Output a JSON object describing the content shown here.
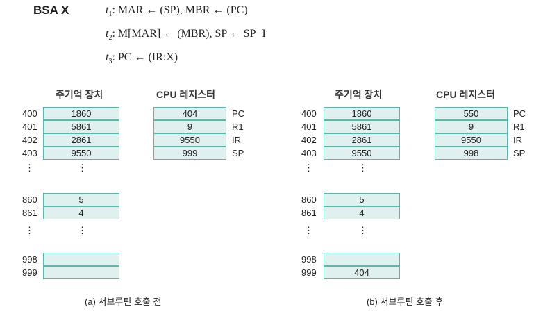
{
  "instruction": {
    "name": "BSA X",
    "steps": [
      {
        "t": "t",
        "sub": "1",
        "text": ": MAR ← (SP), MBR ← (PC)"
      },
      {
        "t": "t",
        "sub": "2",
        "text": ": M[MAR] ← (MBR), SP ← SP−I"
      },
      {
        "t": "t",
        "sub": "3",
        "text": ": PC ← (IR:X)"
      }
    ]
  },
  "headers": {
    "memory": "주기억 장치",
    "cpu": "CPU 레지스터"
  },
  "panels": [
    {
      "caption": "(a) 서브루틴 호출 전",
      "memory": [
        {
          "addr": "400",
          "value": "1860"
        },
        {
          "addr": "401",
          "value": "5861"
        },
        {
          "addr": "402",
          "value": "2861"
        },
        {
          "addr": "403",
          "value": "9550"
        },
        {
          "addr": "860",
          "value": "5"
        },
        {
          "addr": "861",
          "value": "4"
        },
        {
          "addr": "998",
          "value": ""
        },
        {
          "addr": "999",
          "value": ""
        }
      ],
      "registers": [
        {
          "name": "PC",
          "value": "404"
        },
        {
          "name": "R1",
          "value": "9"
        },
        {
          "name": "IR",
          "value": "9550"
        },
        {
          "name": "SP",
          "value": "999"
        }
      ]
    },
    {
      "caption": "(b) 서브루틴 호출 후",
      "memory": [
        {
          "addr": "400",
          "value": "1860"
        },
        {
          "addr": "401",
          "value": "5861"
        },
        {
          "addr": "402",
          "value": "2861"
        },
        {
          "addr": "403",
          "value": "9550"
        },
        {
          "addr": "860",
          "value": "5"
        },
        {
          "addr": "861",
          "value": "4"
        },
        {
          "addr": "998",
          "value": ""
        },
        {
          "addr": "999",
          "value": "404"
        }
      ],
      "registers": [
        {
          "name": "PC",
          "value": "550"
        },
        {
          "name": "R1",
          "value": "9"
        },
        {
          "name": "IR",
          "value": "9550"
        },
        {
          "name": "SP",
          "value": "998"
        }
      ]
    }
  ],
  "ellipsis": "⋮"
}
